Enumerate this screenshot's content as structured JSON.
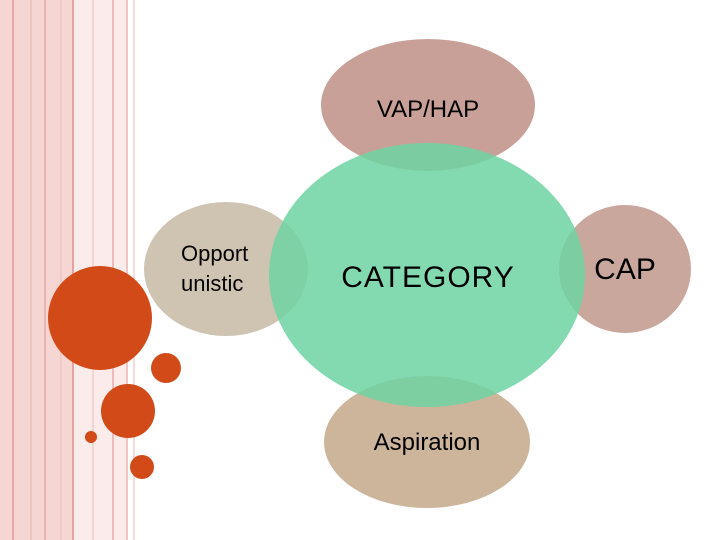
{
  "diagram": {
    "center": {
      "label": "CATEGORY",
      "color": "#6fd3a2"
    },
    "satellites": [
      {
        "id": "top",
        "label": "VAP/HAP",
        "color": "#c9a098"
      },
      {
        "id": "left",
        "label_lines": [
          "Opport",
          "unistic"
        ],
        "color": "#cfc4b2"
      },
      {
        "id": "right",
        "label": "CAP",
        "color": "#c9a79c"
      },
      {
        "id": "bottom",
        "label": "Aspiration",
        "color": "#cdb59c"
      }
    ]
  },
  "decoration": {
    "band_colors": [
      "#f5d6d3",
      "#ebb5b0",
      "#f8e4e2"
    ],
    "circle_color": "#d24a18"
  }
}
